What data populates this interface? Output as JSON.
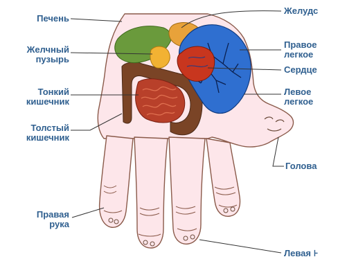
{
  "labels": {
    "liver": "Печень",
    "gallbladder": "Желчный\nпузырь",
    "small_intestine": "Тонкий\nкишечник",
    "large_intestine": "Толстый\nкишечник",
    "right_hand": "Правая\nрука",
    "stomach": "Желудс",
    "right_lung": "Правое\nлегкое",
    "heart": "Сердце",
    "left_lung": "Левое\nлегкое",
    "head": "Голова",
    "left_hand": "Левая ⊦"
  },
  "colors": {
    "label_text": "#2f5f8f",
    "leader_line": "#333333",
    "skin_fill": "#fde6ea",
    "skin_outline": "#8a5a4a",
    "liver": "#6a9a3c",
    "gallbladder": "#f2b233",
    "stomach": "#e8a23a",
    "lungs": "#2f6fd0",
    "heart": "#c8361e",
    "small_intestine": "#b8402a",
    "large_intestine": "#7a4426"
  }
}
